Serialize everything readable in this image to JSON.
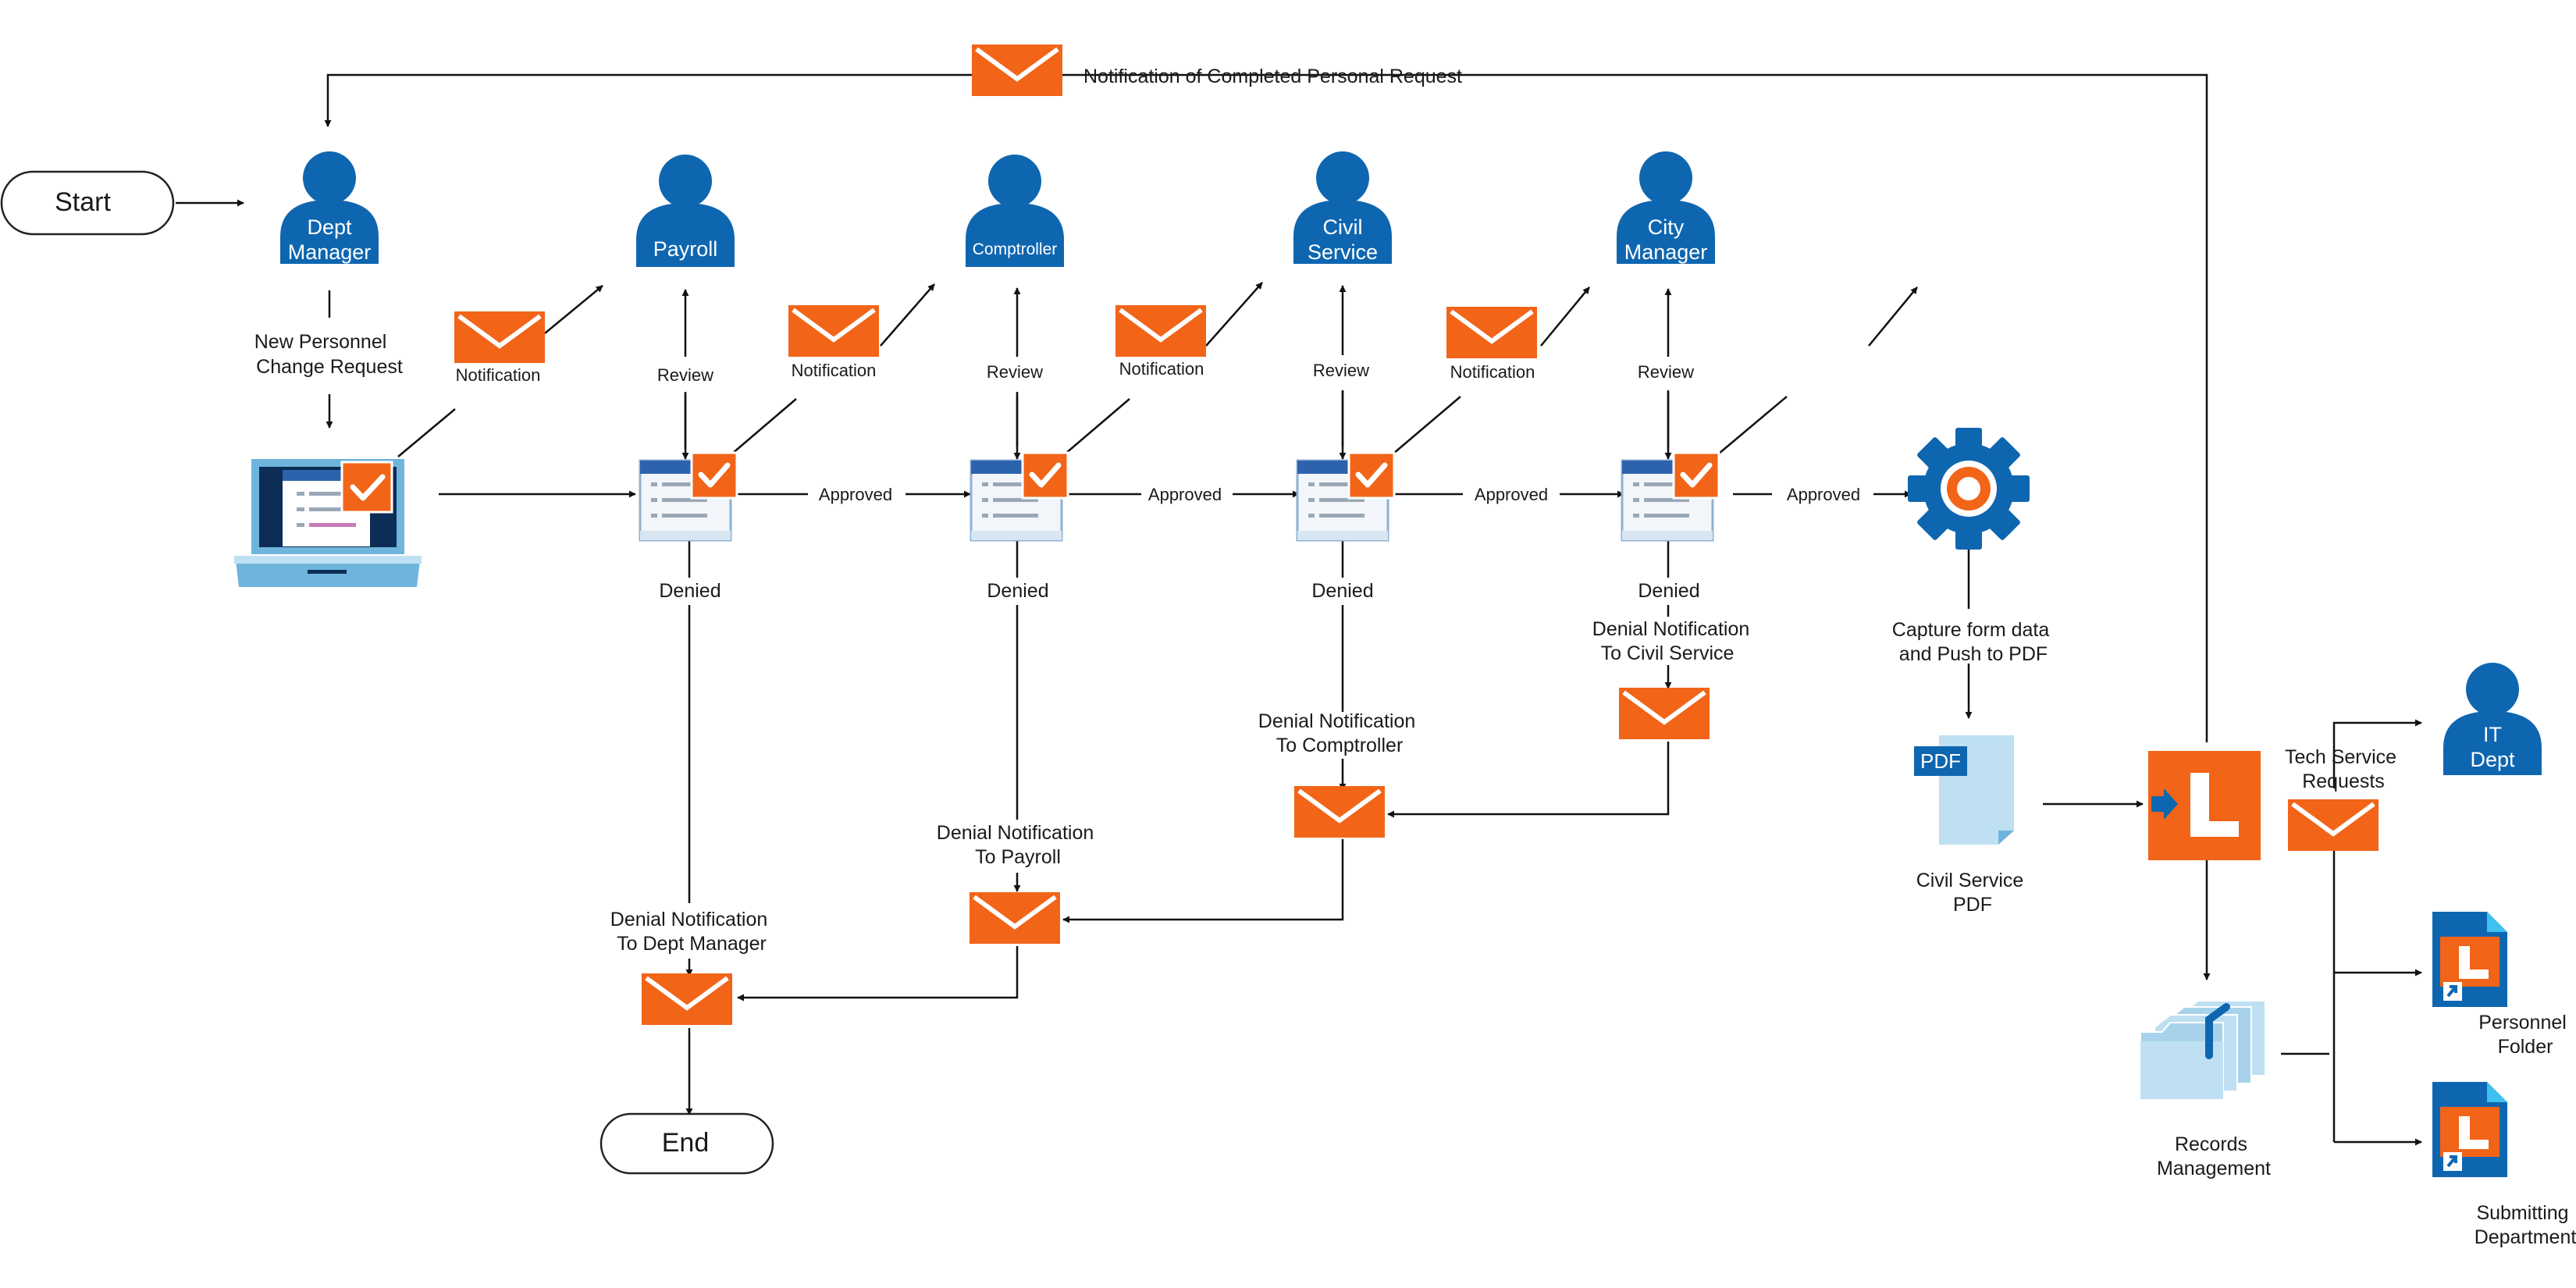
{
  "colors": {
    "actor_blue": "#0f66b0",
    "email_orange": "#f26418",
    "form_blue": "#2d62ad",
    "laptop_blue": "#6fb4dc",
    "pale_blue": "#bfe0f2",
    "laserfiche_orange": "#f26418"
  },
  "terminals": {
    "start": "Start",
    "end": "End"
  },
  "actors": {
    "dept_manager": [
      "Dept",
      "Manager"
    ],
    "payroll": [
      "Payroll"
    ],
    "comptroller": [
      "Comptroller"
    ],
    "civil_service": [
      "Civil",
      "Service"
    ],
    "city_manager": [
      "City",
      "Manager"
    ],
    "it_dept": [
      "IT",
      "Dept"
    ]
  },
  "labels": {
    "top_notification": "Notification of Completed Personal Request",
    "new_request": [
      "New Personnel",
      "Change Request"
    ],
    "notification": "Notification",
    "review": "Review",
    "approved": "Approved",
    "denied": "Denied",
    "denial_civil_service": [
      "Denial Notification",
      "To Civil Service"
    ],
    "denial_comptroller": [
      "Denial Notification",
      "To Comptroller"
    ],
    "denial_payroll": [
      "Denial Notification",
      "To Payroll"
    ],
    "denial_dept_manager": [
      "Denial Notification",
      "To Dept Manager"
    ],
    "capture": [
      "Capture form data",
      "and Push to PDF"
    ],
    "pdf_badge": "PDF",
    "civil_service_pdf": [
      "Civil Service",
      "PDF"
    ],
    "tech_service": [
      "Tech Service",
      "Requests"
    ],
    "records_management": [
      "Records",
      "Management"
    ],
    "personnel_folder": [
      "Personnel",
      "Folder"
    ],
    "submitting_department": [
      "Submitting",
      "Department"
    ]
  },
  "icons": {
    "actor": "person-icon",
    "email": "envelope-icon",
    "form": "form-check-icon",
    "laptop": "laptop-form-icon",
    "gear": "gear-icon",
    "pdf": "pdf-document-icon",
    "laserfiche": "laserfiche-logo-icon",
    "records": "records-folders-icon",
    "shortcut": "document-shortcut-icon"
  }
}
